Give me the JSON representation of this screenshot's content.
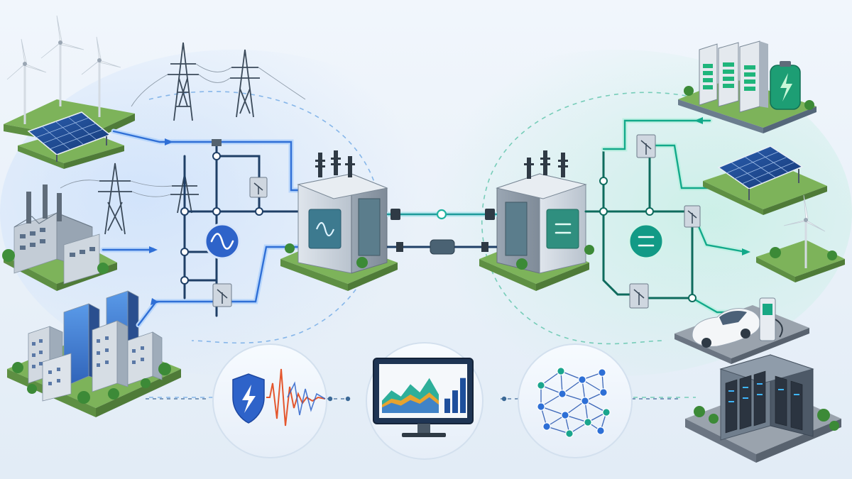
{
  "diagram": {
    "background": {
      "from": "#eef4fb",
      "to": "#e3edf7"
    },
    "colors": {
      "ac_line": "#2f6fd6",
      "ac_line_glow": "#7fb4ff",
      "ac_wire": "#1f3f66",
      "dc_line": "#12a98a",
      "dc_line_glow": "#5fe0c2",
      "dc_wire": "#0e6b5d",
      "ground": "#7db35a",
      "building": "#aab6c3",
      "glass": "#3f7fd9",
      "dashed_ac": "#7fb2e8",
      "dashed_dc": "#6cc9b4",
      "alert": "#e4572e",
      "chart_blue": "#2d7fd8",
      "chart_teal": "#18a68f",
      "chart_orange": "#f0a22a"
    },
    "nodes": {
      "ac_sources": [
        "wind-farm",
        "solar-array",
        "transmission-towers",
        "industrial-plant",
        "city-district"
      ],
      "converters": [
        "ac-converter-station",
        "dc-converter-station"
      ],
      "dc_loads": [
        "battery-storage",
        "solar-canopy",
        "wind-turbine",
        "ev-charger",
        "data-center"
      ],
      "monitoring": [
        "grid-security",
        "analytics-monitor",
        "neural-network"
      ]
    },
    "icons": {
      "ac_badge": "sine-wave-icon",
      "dc_badge": "dc-equals-icon",
      "ac_panel": "sine-wave-icon",
      "dc_panel": "dc-equals-icon",
      "security": "shield-bolt-icon",
      "battery": "battery-bolt-icon"
    },
    "analytics_bars": [
      0.35,
      0.55,
      0.85
    ],
    "analytics_area_blue": [
      0.3,
      0.55,
      0.4,
      0.7,
      0.5,
      0.85,
      0.45
    ],
    "analytics_area_orange": [
      0.2,
      0.35,
      0.3,
      0.45,
      0.32,
      0.5,
      0.3
    ]
  }
}
